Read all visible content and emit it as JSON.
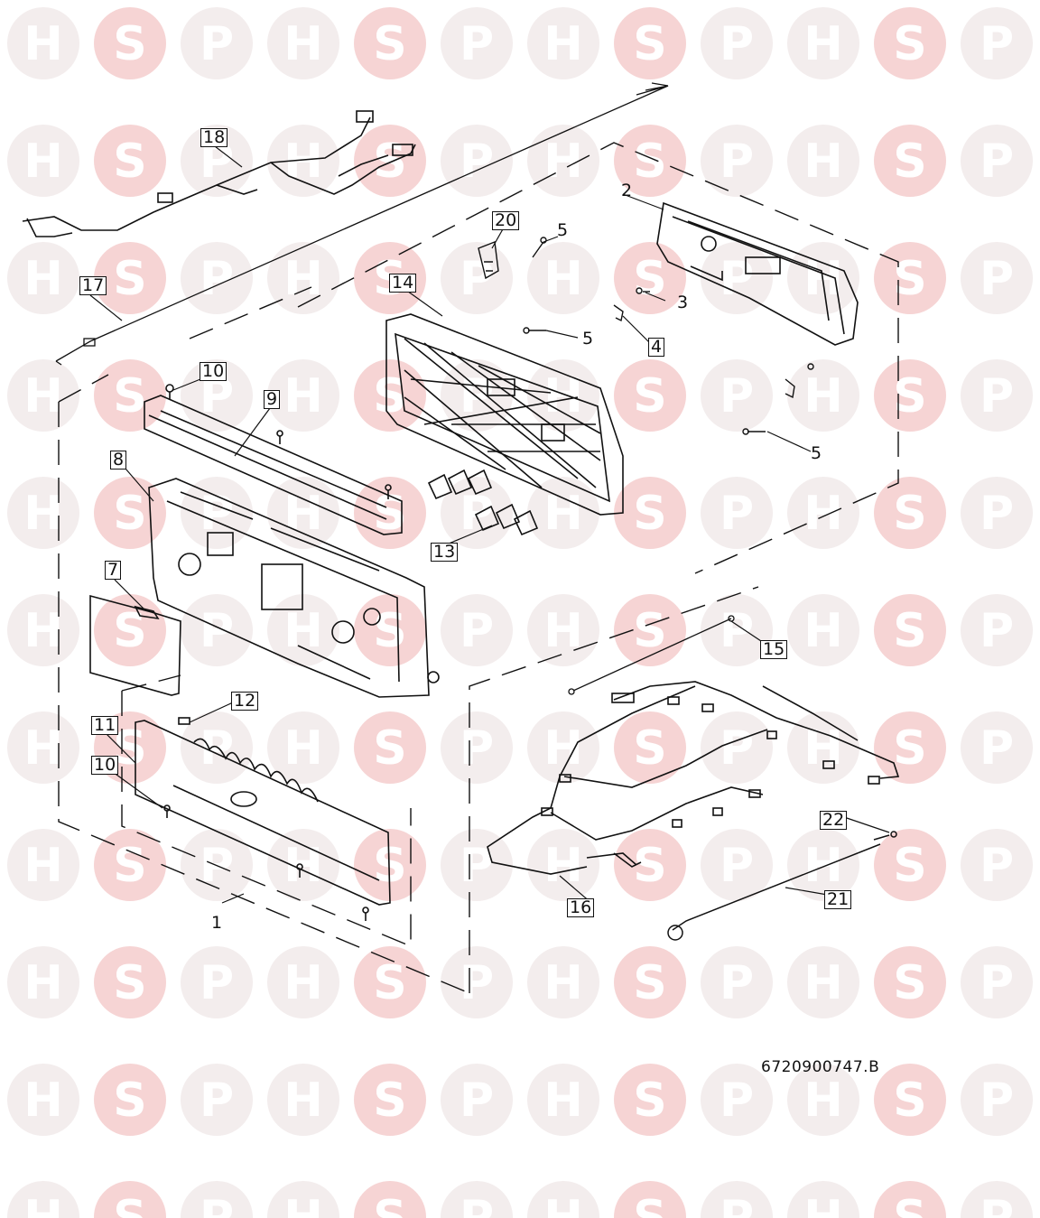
{
  "watermark": {
    "letters": [
      "H",
      "S",
      "P"
    ],
    "circle_color": "#f3eded",
    "letter_color": "#ffffff",
    "accent_color": "#f6d4d4"
  },
  "callouts": [
    {
      "label": "1",
      "boxed": false
    },
    {
      "label": "2",
      "boxed": false
    },
    {
      "label": "3",
      "boxed": false
    },
    {
      "label": "4",
      "boxed": true
    },
    {
      "label": "5",
      "boxed": false
    },
    {
      "label": "5",
      "boxed": false
    },
    {
      "label": "5",
      "boxed": false
    },
    {
      "label": "7",
      "boxed": true
    },
    {
      "label": "8",
      "boxed": true
    },
    {
      "label": "9",
      "boxed": true
    },
    {
      "label": "10",
      "boxed": true
    },
    {
      "label": "10",
      "boxed": true
    },
    {
      "label": "11",
      "boxed": true
    },
    {
      "label": "12",
      "boxed": true
    },
    {
      "label": "13",
      "boxed": true
    },
    {
      "label": "14",
      "boxed": true
    },
    {
      "label": "15",
      "boxed": true
    },
    {
      "label": "16",
      "boxed": true
    },
    {
      "label": "17",
      "boxed": true
    },
    {
      "label": "18",
      "boxed": true
    },
    {
      "label": "20",
      "boxed": true
    },
    {
      "label": "21",
      "boxed": true
    },
    {
      "label": "22",
      "boxed": true
    }
  ],
  "document_reference": "6720900747.B"
}
